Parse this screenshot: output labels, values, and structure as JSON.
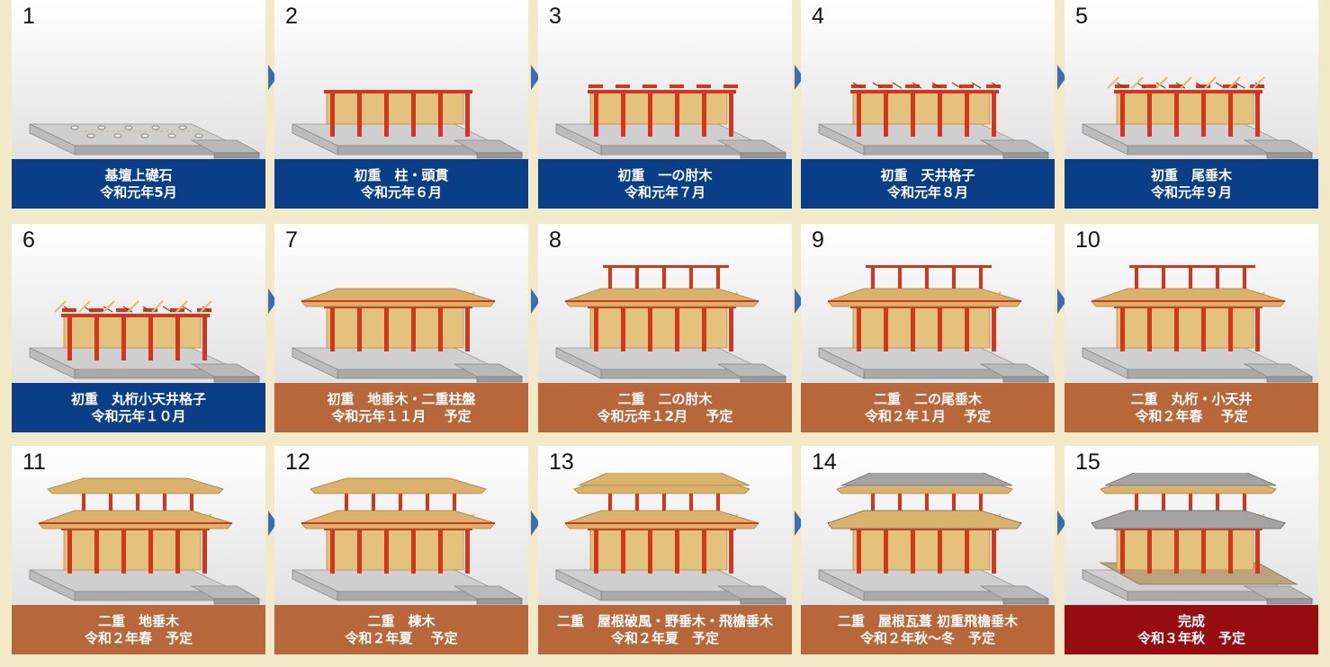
{
  "steps": [
    {
      "num": "1",
      "line1": "基壇上礎石",
      "line2": "令和元年5月",
      "status": "done",
      "stage": 0
    },
    {
      "num": "2",
      "line1": "初重　柱・頭貫",
      "line2": "令和元年６月",
      "status": "done",
      "stage": 1
    },
    {
      "num": "3",
      "line1": "初重　一の肘木",
      "line2": "令和元年７月",
      "status": "done",
      "stage": 2
    },
    {
      "num": "4",
      "line1": "初重　天井格子",
      "line2": "令和元年８月",
      "status": "done",
      "stage": 3
    },
    {
      "num": "5",
      "line1": "初重　尾垂木",
      "line2": "令和元年９月",
      "status": "done",
      "stage": 4
    },
    {
      "num": "6",
      "line1": "初重　丸桁小天井格子",
      "line2": "令和元年１０月",
      "status": "done",
      "stage": 5
    },
    {
      "num": "7",
      "line1": "初重　地垂木・二重柱盤",
      "line2": "令和元年１１月　 予定",
      "status": "planned",
      "stage": 6
    },
    {
      "num": "8",
      "line1": "二重　二の肘木",
      "line2": "令和元年１2月　 予定",
      "status": "planned",
      "stage": 7
    },
    {
      "num": "9",
      "line1": "二重　二の尾垂木",
      "line2": "令和２年１月　 予定",
      "status": "planned",
      "stage": 8
    },
    {
      "num": "10",
      "line1": "二重　丸桁・小天井",
      "line2": "令和２年春　 予定",
      "status": "planned",
      "stage": 9
    },
    {
      "num": "11",
      "line1": "二重　地垂木",
      "line2": "令和２年春　予定",
      "status": "planned",
      "stage": 10
    },
    {
      "num": "12",
      "line1": "二重　棟木",
      "line2": "令和２年夏　 予定",
      "status": "planned",
      "stage": 11
    },
    {
      "num": "13",
      "line1": "二重　屋根破風・野垂木・飛檐垂木",
      "line2": "令和２年夏　予定",
      "status": "planned",
      "stage": 12
    },
    {
      "num": "14",
      "line1": "二重　屋根瓦葺 初重飛檐垂木",
      "line2": "令和２年秋～冬　予定",
      "status": "planned",
      "stage": 13
    },
    {
      "num": "15",
      "line1": "完成",
      "line2": "令和３年秋　予定",
      "status": "complete",
      "stage": 14
    }
  ],
  "colors": {
    "background": "#f2e9c9",
    "done": "#0a3f87",
    "planned": "#b8673a",
    "complete": "#960c11",
    "arrow": "#3d6db1",
    "pillar": "#d3361c",
    "timber": "#e3c27e",
    "tile_roof": "#9a9a9a"
  }
}
